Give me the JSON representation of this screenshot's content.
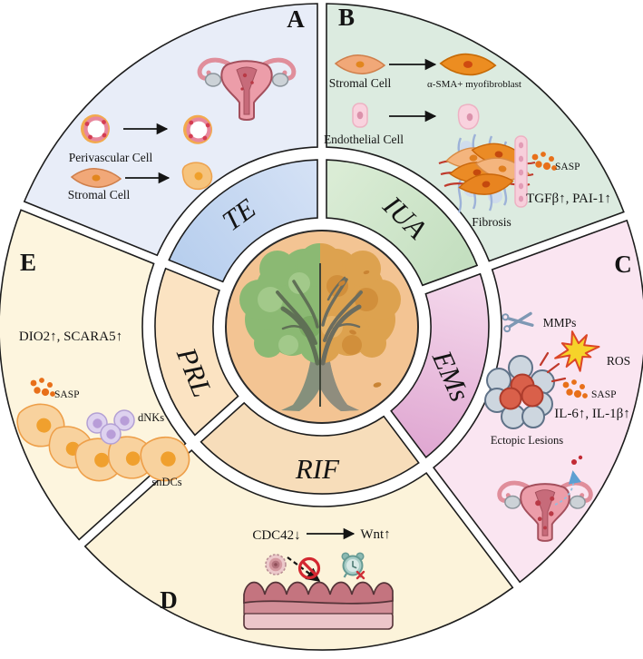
{
  "figure": {
    "type": "circular-five-segment-diagram",
    "center_icon": "half-green-half-autumn-tree-icon"
  },
  "ring": {
    "te": "TE",
    "iua": "IUA",
    "ems": "EMs",
    "rif": "RIF",
    "prl": "PRL"
  },
  "sections": {
    "a": {
      "label": "A",
      "perivascular": "Perivascular Cell",
      "stromal": "Stromal Cell",
      "icons": [
        "perivascular-cell-icon",
        "senescent-perivascular-cell-icon",
        "stromal-cell-icon",
        "senescent-stromal-cell-icon",
        "uterus-icon",
        "arrow-right-icon"
      ]
    },
    "b": {
      "label": "B",
      "stromal": "Stromal Cell",
      "myofibroblast": "α-SMA+ myofibroblast",
      "endothelial": "Endothelial Cell",
      "sasp": "SASP",
      "cytokines": "TGFβ↑,  PAI-1↑",
      "fibrosis": "Fibrosis",
      "icons": [
        "stromal-cell-icon",
        "myofibroblast-icon",
        "endothelial-cell-icon",
        "senescent-endothelial-cell-icon",
        "fibrosis-mesh-icon",
        "sasp-dots-icon",
        "arrow-right-icon"
      ]
    },
    "c": {
      "label": "C",
      "mmps": "MMPs",
      "ros": "ROS",
      "sasp": "SASP",
      "interleukins": "IL-6↑, IL-1β↑",
      "ectopic": "Ectopic Lesions",
      "icons": [
        "scissors-icon",
        "ros-star-icon",
        "sasp-dots-icon",
        "lesion-cluster-icon",
        "uterus-with-lesions-icon",
        "retrograde-flow-arrow-icon"
      ]
    },
    "d": {
      "label": "D",
      "cdc42": "CDC42↓",
      "wnt": "Wnt↑",
      "icons": [
        "embryo-icon",
        "no-entry-icon",
        "alarm-clock-icon",
        "endometrium-icon",
        "dashed-arrow-icon",
        "arrow-right-icon"
      ]
    },
    "e": {
      "label": "E",
      "genes": "DIO2↑, SCARA5↑",
      "sasp": "SASP",
      "dnks": "dNKs",
      "sndcs": "snDCs",
      "icons": [
        "sasp-dots-icon",
        "senescent-decidual-cell-icon",
        "decidual-nk-cell-icon"
      ]
    }
  },
  "colors": {
    "section_a_bg": "#e8edf8",
    "section_b_bg": "#dcebe0",
    "section_c_bg": "#fae5f1",
    "section_d_bg": "#fcf3da",
    "section_e_bg": "#fdf5de",
    "ring_te_light": "#d4e1f5",
    "ring_te_dark": "#b8cfee",
    "ring_iua_light": "#daecd5",
    "ring_iua_dark": "#c4dfc0",
    "ring_ems_light": "#f4d7eb",
    "ring_ems_dark": "#dfa6d1",
    "ring_rif": "#f7ddba",
    "ring_prl": "#fbe3c2",
    "center_bg": "#f3c493",
    "tree_green": "#8bb973",
    "tree_autumn": "#dda24f",
    "sasp_dot": "#e8701a",
    "outline": "#1d1d1d"
  }
}
